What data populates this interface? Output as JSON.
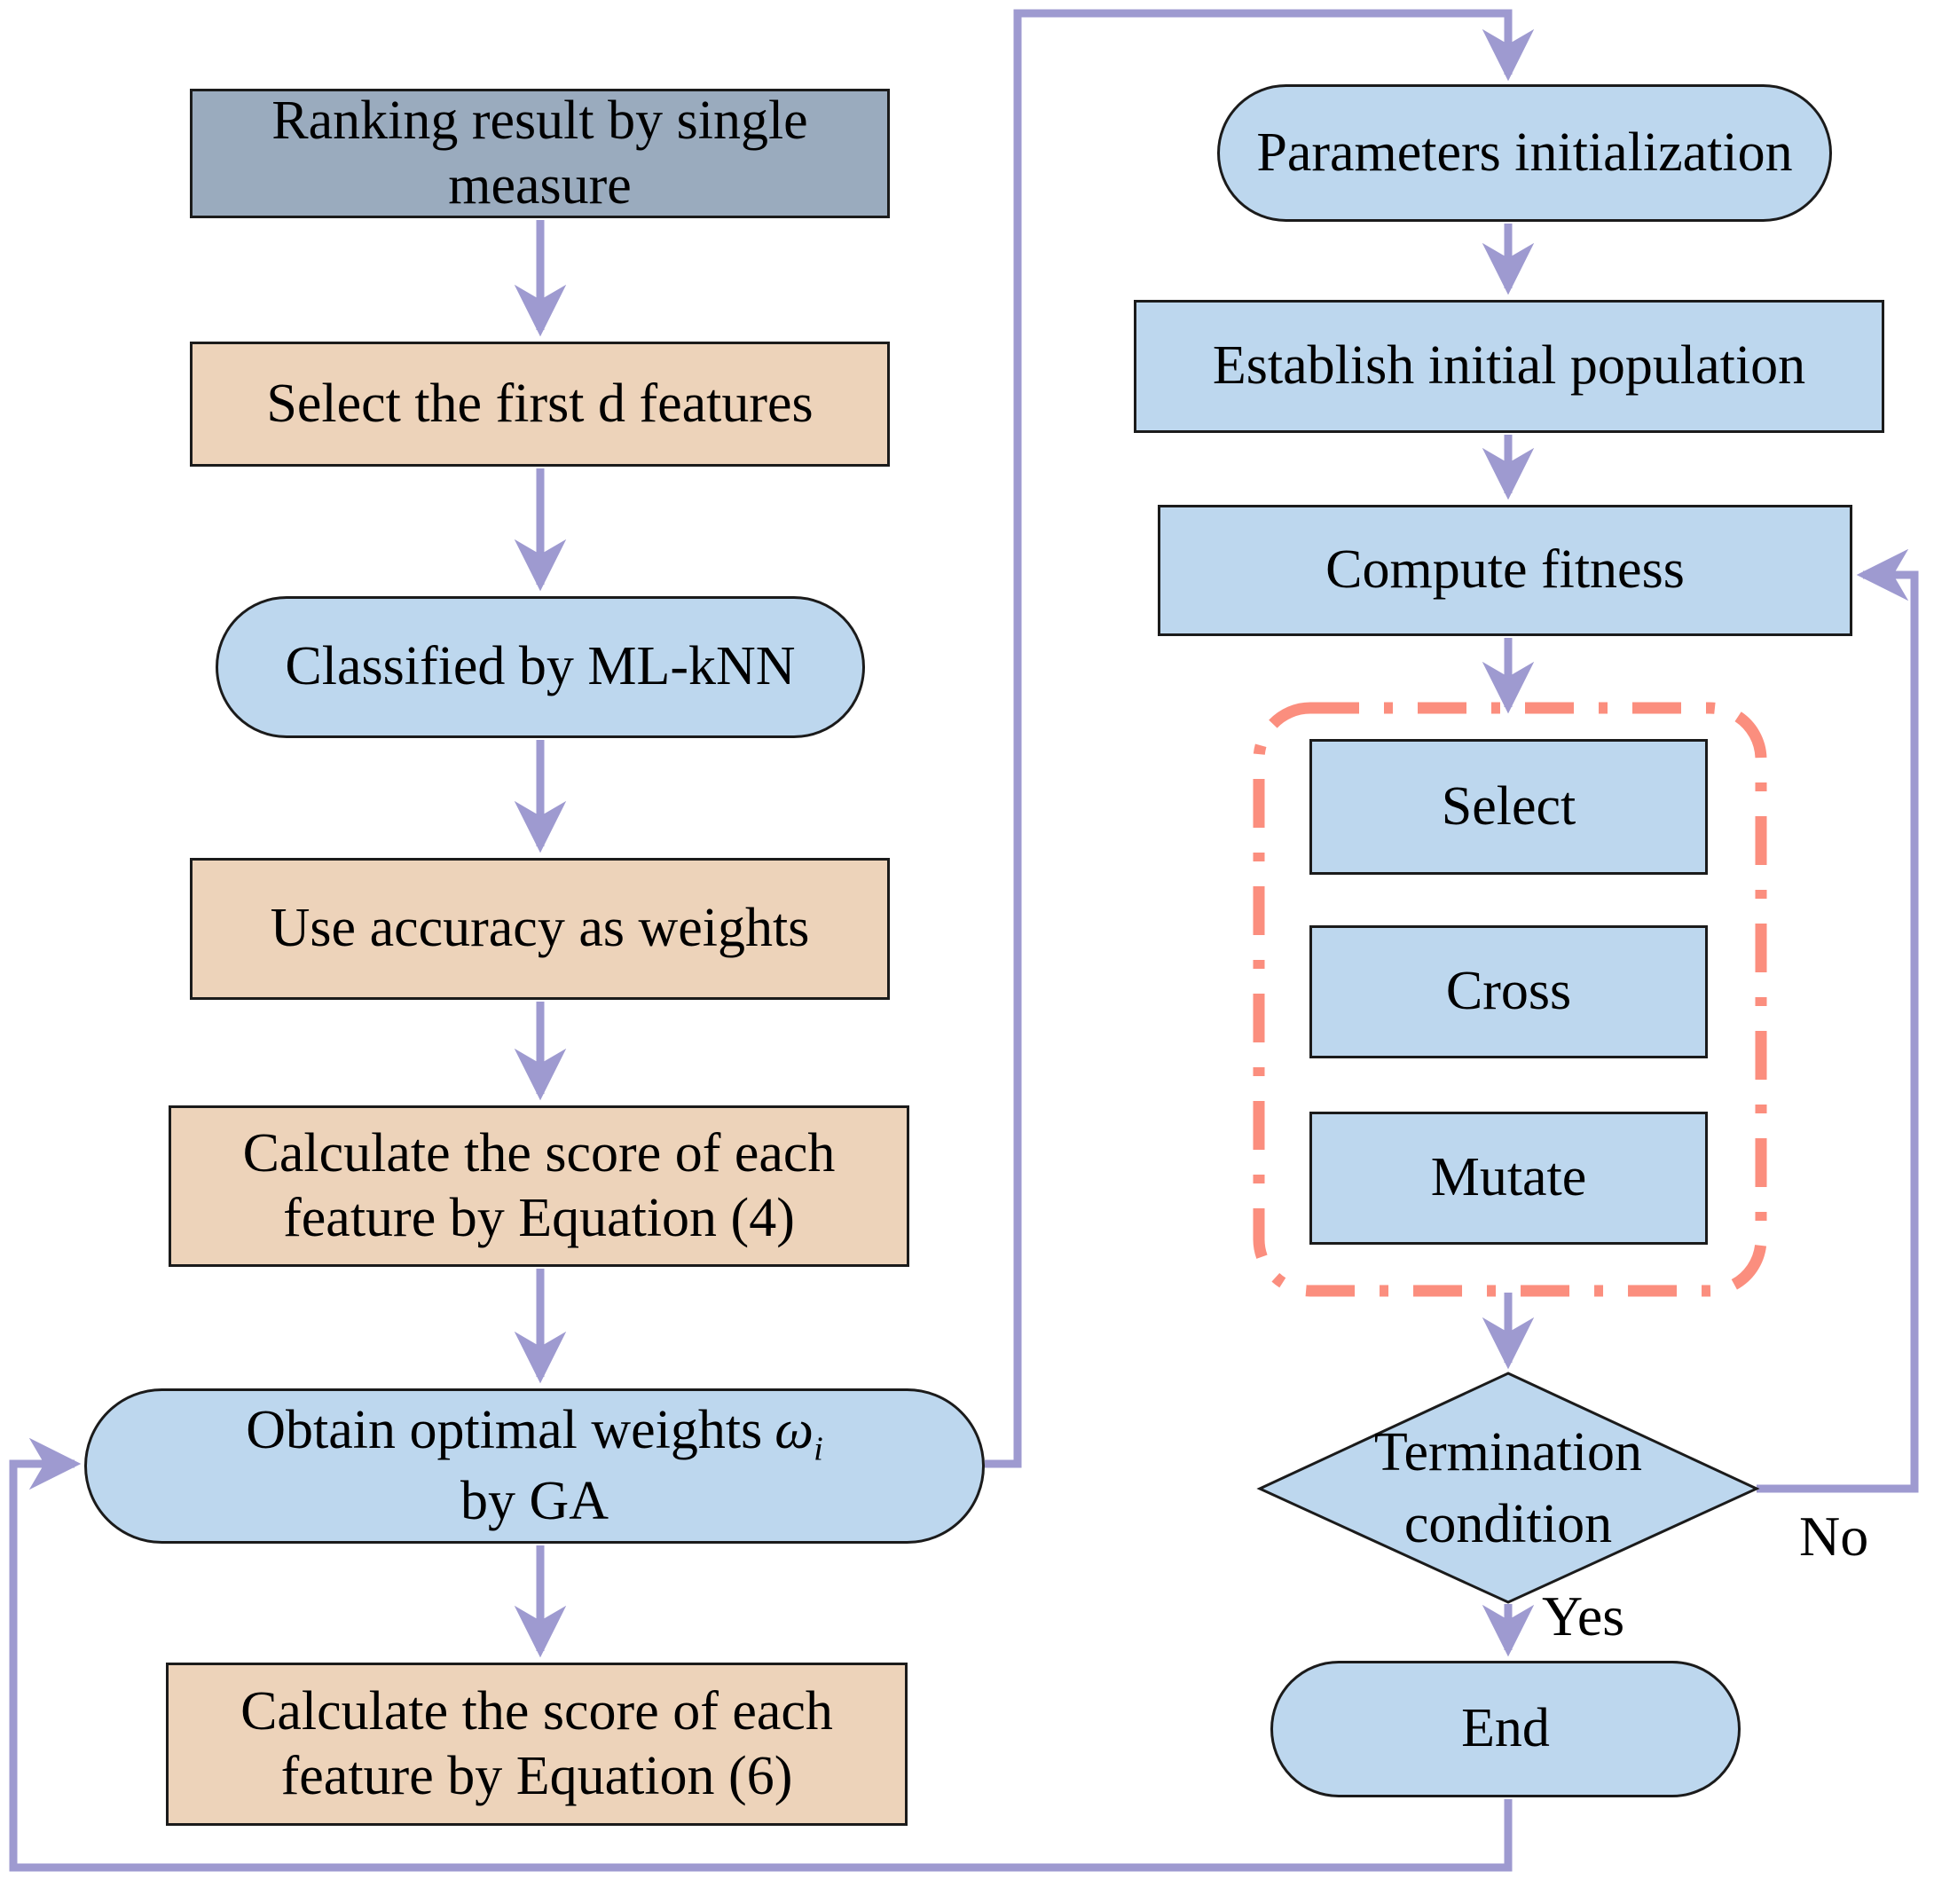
{
  "diagram_type": "flowchart",
  "colors": {
    "node_fill_blue": "#bdd7ee",
    "node_fill_tan": "#edd3ba",
    "node_fill_slate_gray": "#9aabbe",
    "node_border": "#1b1b1b",
    "connector_purple": "#9e9ad0",
    "ga_group_dashed_border": "#fb8e7e",
    "text": "#000000",
    "background": "#ffffff"
  },
  "left_column": {
    "ranking": {
      "label": "Ranking result by single measure"
    },
    "select_features": {
      "label": "Select the first d features"
    },
    "classified": {
      "label": "Classified by ML-kNN"
    },
    "accuracy_weights": {
      "label": "Use accuracy as weights"
    },
    "score_eq4": {
      "label": "Calculate the score of each feature by Equation (4)"
    },
    "optimal_weights": {
      "line1": "Obtain optimal weights",
      "omega": "ω",
      "omega_sub": "i",
      "line2": "by GA"
    },
    "score_eq6": {
      "label": "Calculate the score of each feature by Equation (6)"
    }
  },
  "right_column": {
    "params_init": {
      "label": "Parameters initialization"
    },
    "establish_population": {
      "label": "Establish initial population"
    },
    "compute_fitness": {
      "label": "Compute fitness"
    },
    "ga_operators": {
      "select": "Select",
      "cross": "Cross",
      "mutate": "Mutate"
    },
    "termination": {
      "line1": "Termination",
      "line2": "condition"
    },
    "end": {
      "label": "End"
    },
    "edge_labels": {
      "no": "No",
      "yes": "Yes"
    }
  }
}
